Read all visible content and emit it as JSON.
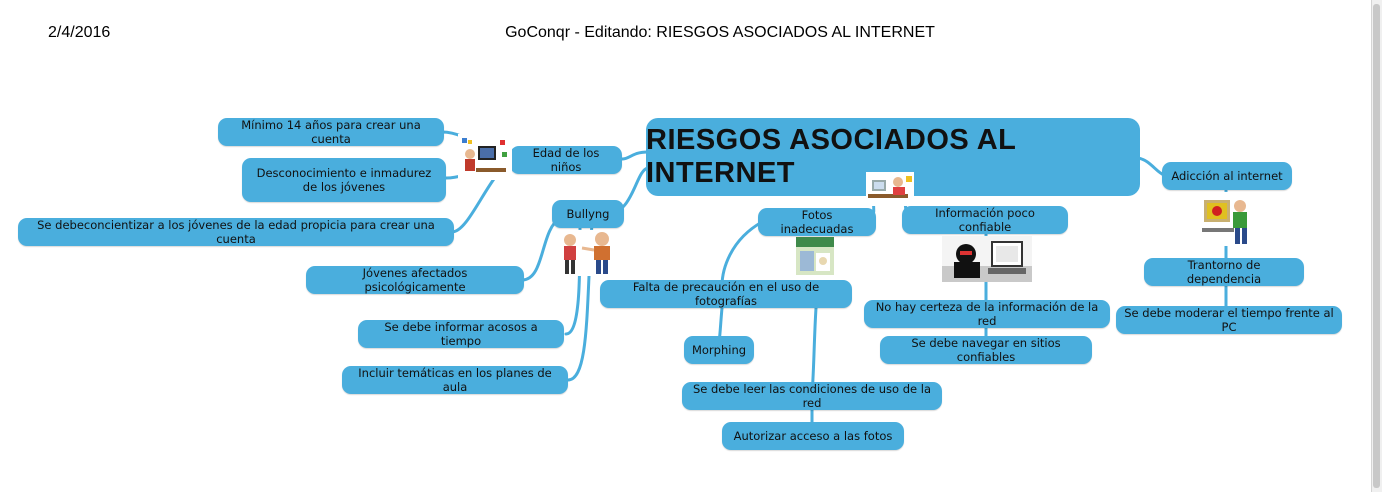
{
  "header": {
    "date": "2/4/2016",
    "title": "GoConqr - Editando: RIESGOS ASOCIADOS AL INTERNET"
  },
  "map": {
    "central": "RIESGOS ASOCIADOS AL INTERNET",
    "edad": {
      "label": "Edad de los niños",
      "children": [
        "Mínimo 14 años para crear una cuenta",
        "Desconocimiento e inmadurez de los jóvenes",
        "Se debeconcientizar a los jóvenes de la edad propicia para crear una cuenta"
      ]
    },
    "bullyng": {
      "label": "Bullyng",
      "children": [
        "Jóvenes afectados psicológicamente",
        "Se debe informar acosos a tiempo",
        "Incluir temáticas en los planes de aula"
      ]
    },
    "fotos": {
      "label": "Fotos inadecuadas",
      "child": "Falta de precaución en el uso de fotografías",
      "grandchildren": [
        "Morphing",
        "Se debe leer las condiciones de uso de la red",
        "Autorizar acceso a las fotos"
      ]
    },
    "info": {
      "label": "Información poco confiable",
      "children": [
        "No hay certeza de la información de la red",
        "Se debe navegar en sitios confiables"
      ]
    },
    "adiccion": {
      "label": "Adicción al internet",
      "children": [
        "Trantorno de dependencia",
        "Se debe moderar el tiempo frente al PC"
      ]
    }
  },
  "colors": {
    "node": "#4aaedd",
    "line": "#4aaedd"
  }
}
